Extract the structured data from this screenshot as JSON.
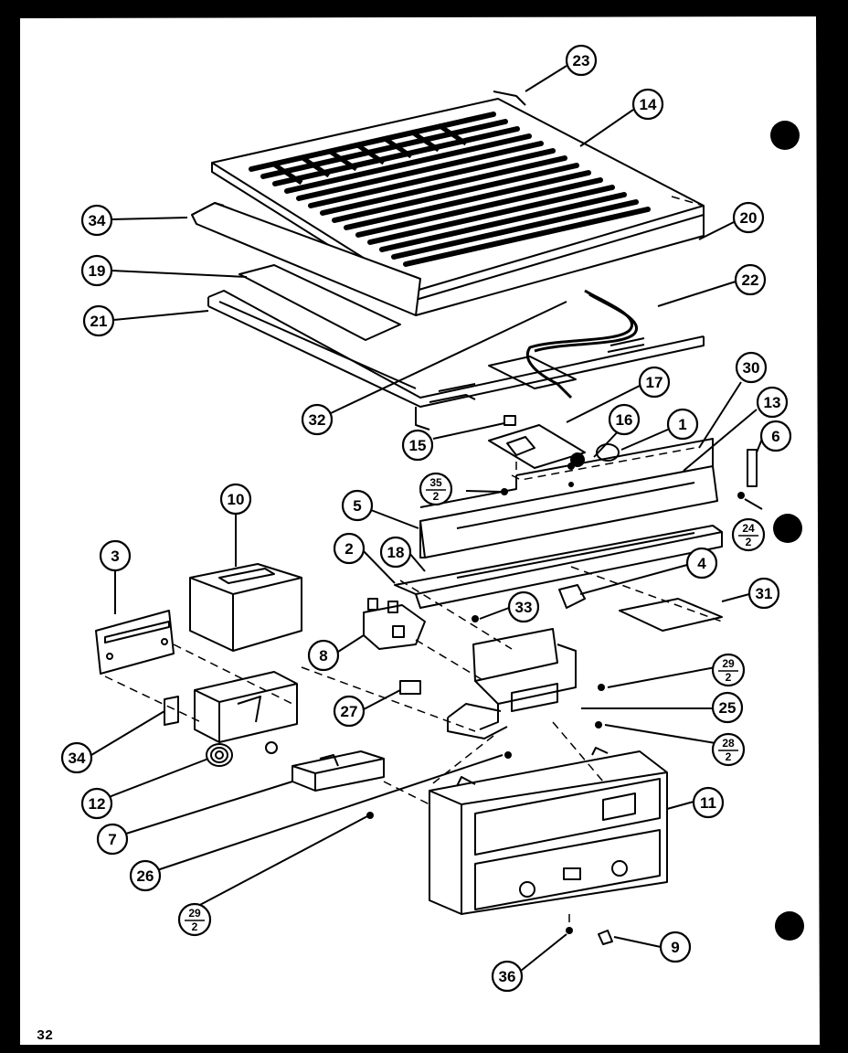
{
  "page_number": "32",
  "callouts": {
    "c23": "23",
    "c14": "14",
    "c34a": "34",
    "c20": "20",
    "c19": "19",
    "c22": "22",
    "c21": "21",
    "c32": "32",
    "c30": "30",
    "c17": "17",
    "c13": "13",
    "c16": "16",
    "c1": "1",
    "c6": "6",
    "c15": "15",
    "c10": "10",
    "c5": "5",
    "c2": "2",
    "c18": "18",
    "c3": "3",
    "c4": "4",
    "c31": "31",
    "c33": "33",
    "c8": "8",
    "c27": "27",
    "c25": "25",
    "c34b": "34",
    "c12": "12",
    "c7": "7",
    "c26": "26",
    "c11": "11",
    "c9": "9",
    "c36": "36"
  },
  "fractions": {
    "f35": {
      "num": "35",
      "den": "2"
    },
    "f24": {
      "num": "24",
      "den": "2"
    },
    "f29a": {
      "num": "29",
      "den": "2"
    },
    "f28": {
      "num": "28",
      "den": "2"
    },
    "f29b": {
      "num": "29",
      "den": "2"
    }
  }
}
